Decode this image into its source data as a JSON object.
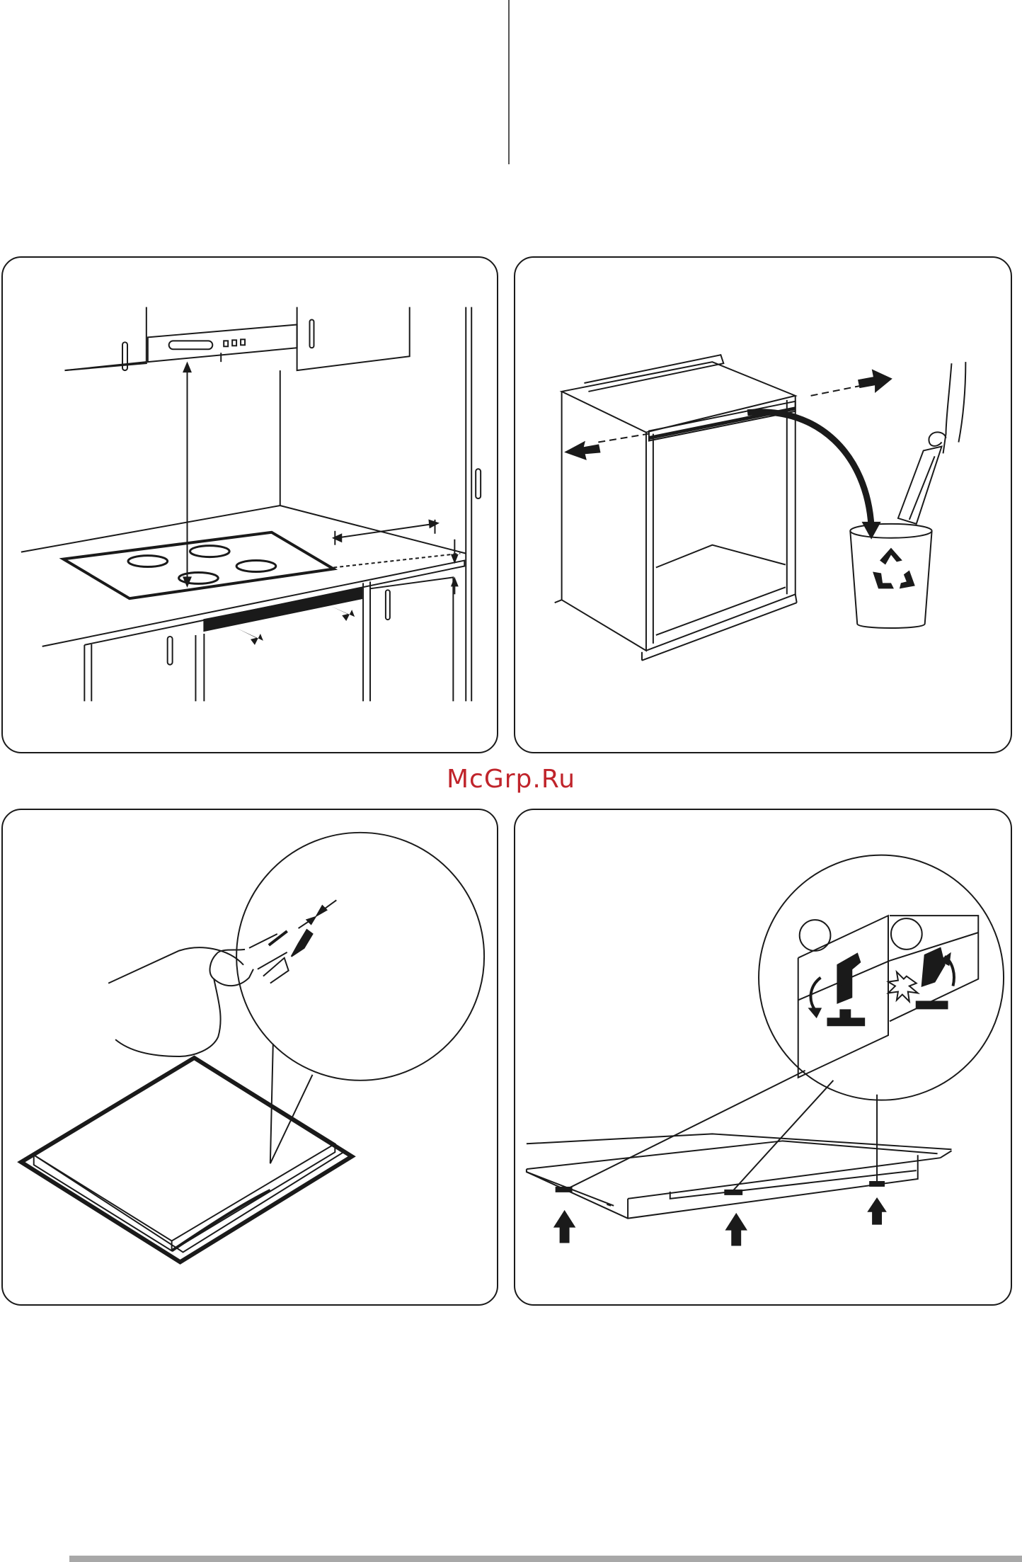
{
  "watermark": {
    "text": "McGrp.Ru",
    "color": "#c0242b"
  },
  "colors": {
    "line": "#1a1a1a",
    "footer_bar": "#a8a8a8"
  },
  "panels": [
    {
      "id": "ventilation-clearance",
      "icons": [
        "cooktop-icon",
        "range-hood-icon",
        "cabinet-icon",
        "arrow-icon"
      ]
    },
    {
      "id": "remove-cabinet-rail",
      "icons": [
        "cabinet-icon",
        "hand-icon",
        "recycle-bin-icon",
        "arrow-icon"
      ]
    },
    {
      "id": "apply-seal-strip",
      "icons": [
        "cooktop-icon",
        "hand-icon",
        "magnifier-callout-icon"
      ]
    },
    {
      "id": "clip-fixing",
      "icons": [
        "cooktop-icon",
        "clip-icon",
        "magnifier-callout-icon",
        "arrow-icon"
      ]
    }
  ]
}
